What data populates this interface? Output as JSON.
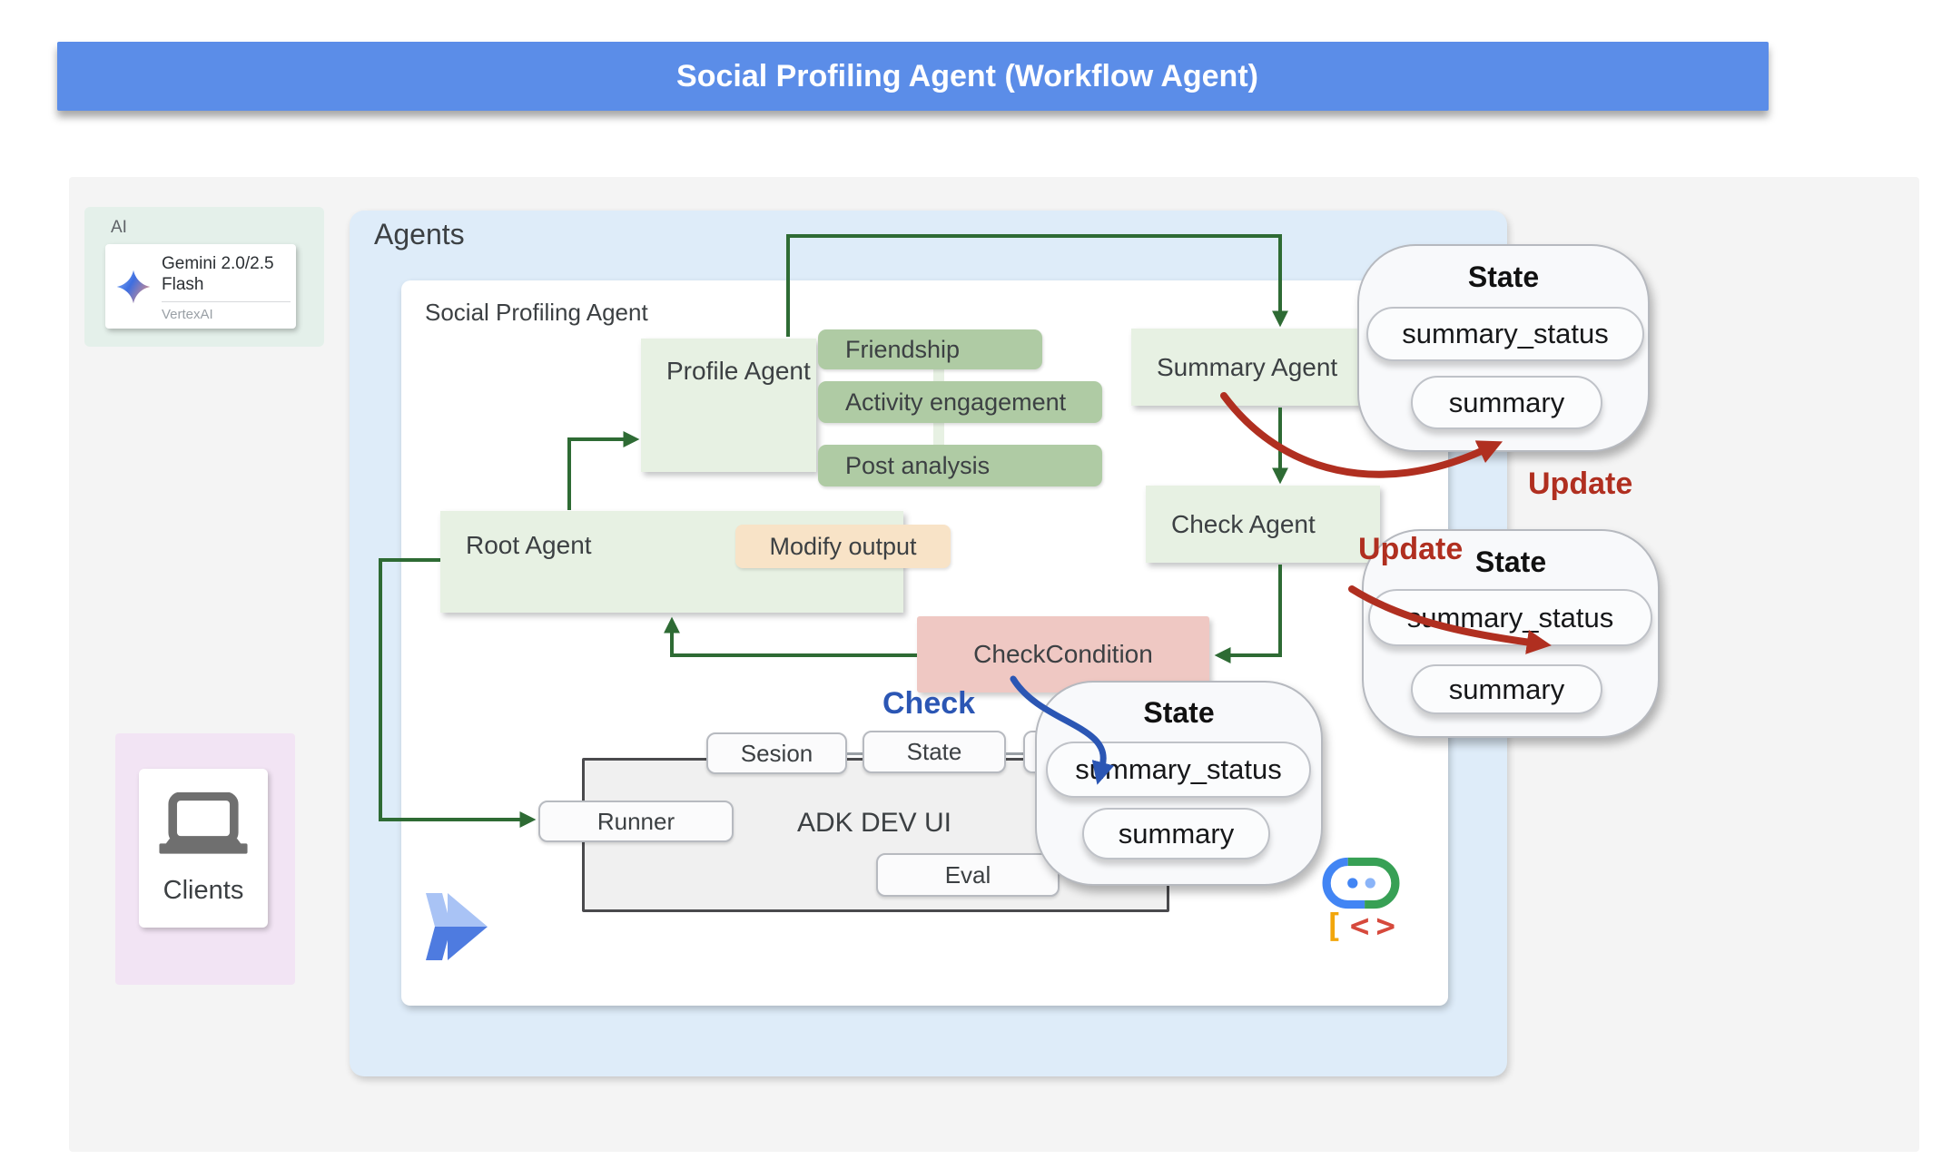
{
  "header": {
    "title": "Social Profiling Agent (Workflow Agent)"
  },
  "ai_card": {
    "section_label": "AI",
    "model_name_line1": "Gemini 2.0/2.5",
    "model_name_line2": "Flash",
    "provider": "VertexAI",
    "icon": "gemini-sparkle-icon"
  },
  "clients_card": {
    "label": "Clients",
    "icon": "laptop-icon"
  },
  "agents": {
    "panel_title": "Agents",
    "box_title": "Social Profiling Agent",
    "profile_agent": {
      "label": "Profile Agent",
      "tasks": [
        "Friendship",
        "Activity engagement",
        "Post analysis"
      ]
    },
    "root_agent": {
      "label": "Root Agent",
      "tool": "Modify output"
    },
    "summary_agent": {
      "label": "Summary Agent"
    },
    "check_agent": {
      "label": "Check Agent"
    },
    "check_condition": {
      "label": "CheckCondition"
    }
  },
  "adk_ui": {
    "title": "ADK DEV UI",
    "session_pill": "Sesion",
    "state_pill": "State",
    "runner_pill": "Runner",
    "eval_pill": "Eval",
    "bot_glyphs": {
      "bracket": "[",
      "lt": "<",
      "gt": ">"
    }
  },
  "state_card": {
    "title": "State",
    "keys": [
      "summary_status",
      "summary"
    ]
  },
  "annotations": {
    "update_top": "Update",
    "update_mid": "Update",
    "check": "Check"
  },
  "colors": {
    "header_blue": "#5B8DE8",
    "agents_panel_blue": "#DEECF9",
    "agent_node_green": "#E7F1E3",
    "task_pill_green": "#AFCBA4",
    "modify_peach": "#F8E3C7",
    "condition_pink": "#EFC8C3",
    "flow_green": "#2E6B34",
    "update_red": "#B02F20",
    "check_blue": "#2B56B4",
    "ai_mint": "#E4F0EA",
    "clients_lavender": "#F2E4F4"
  }
}
